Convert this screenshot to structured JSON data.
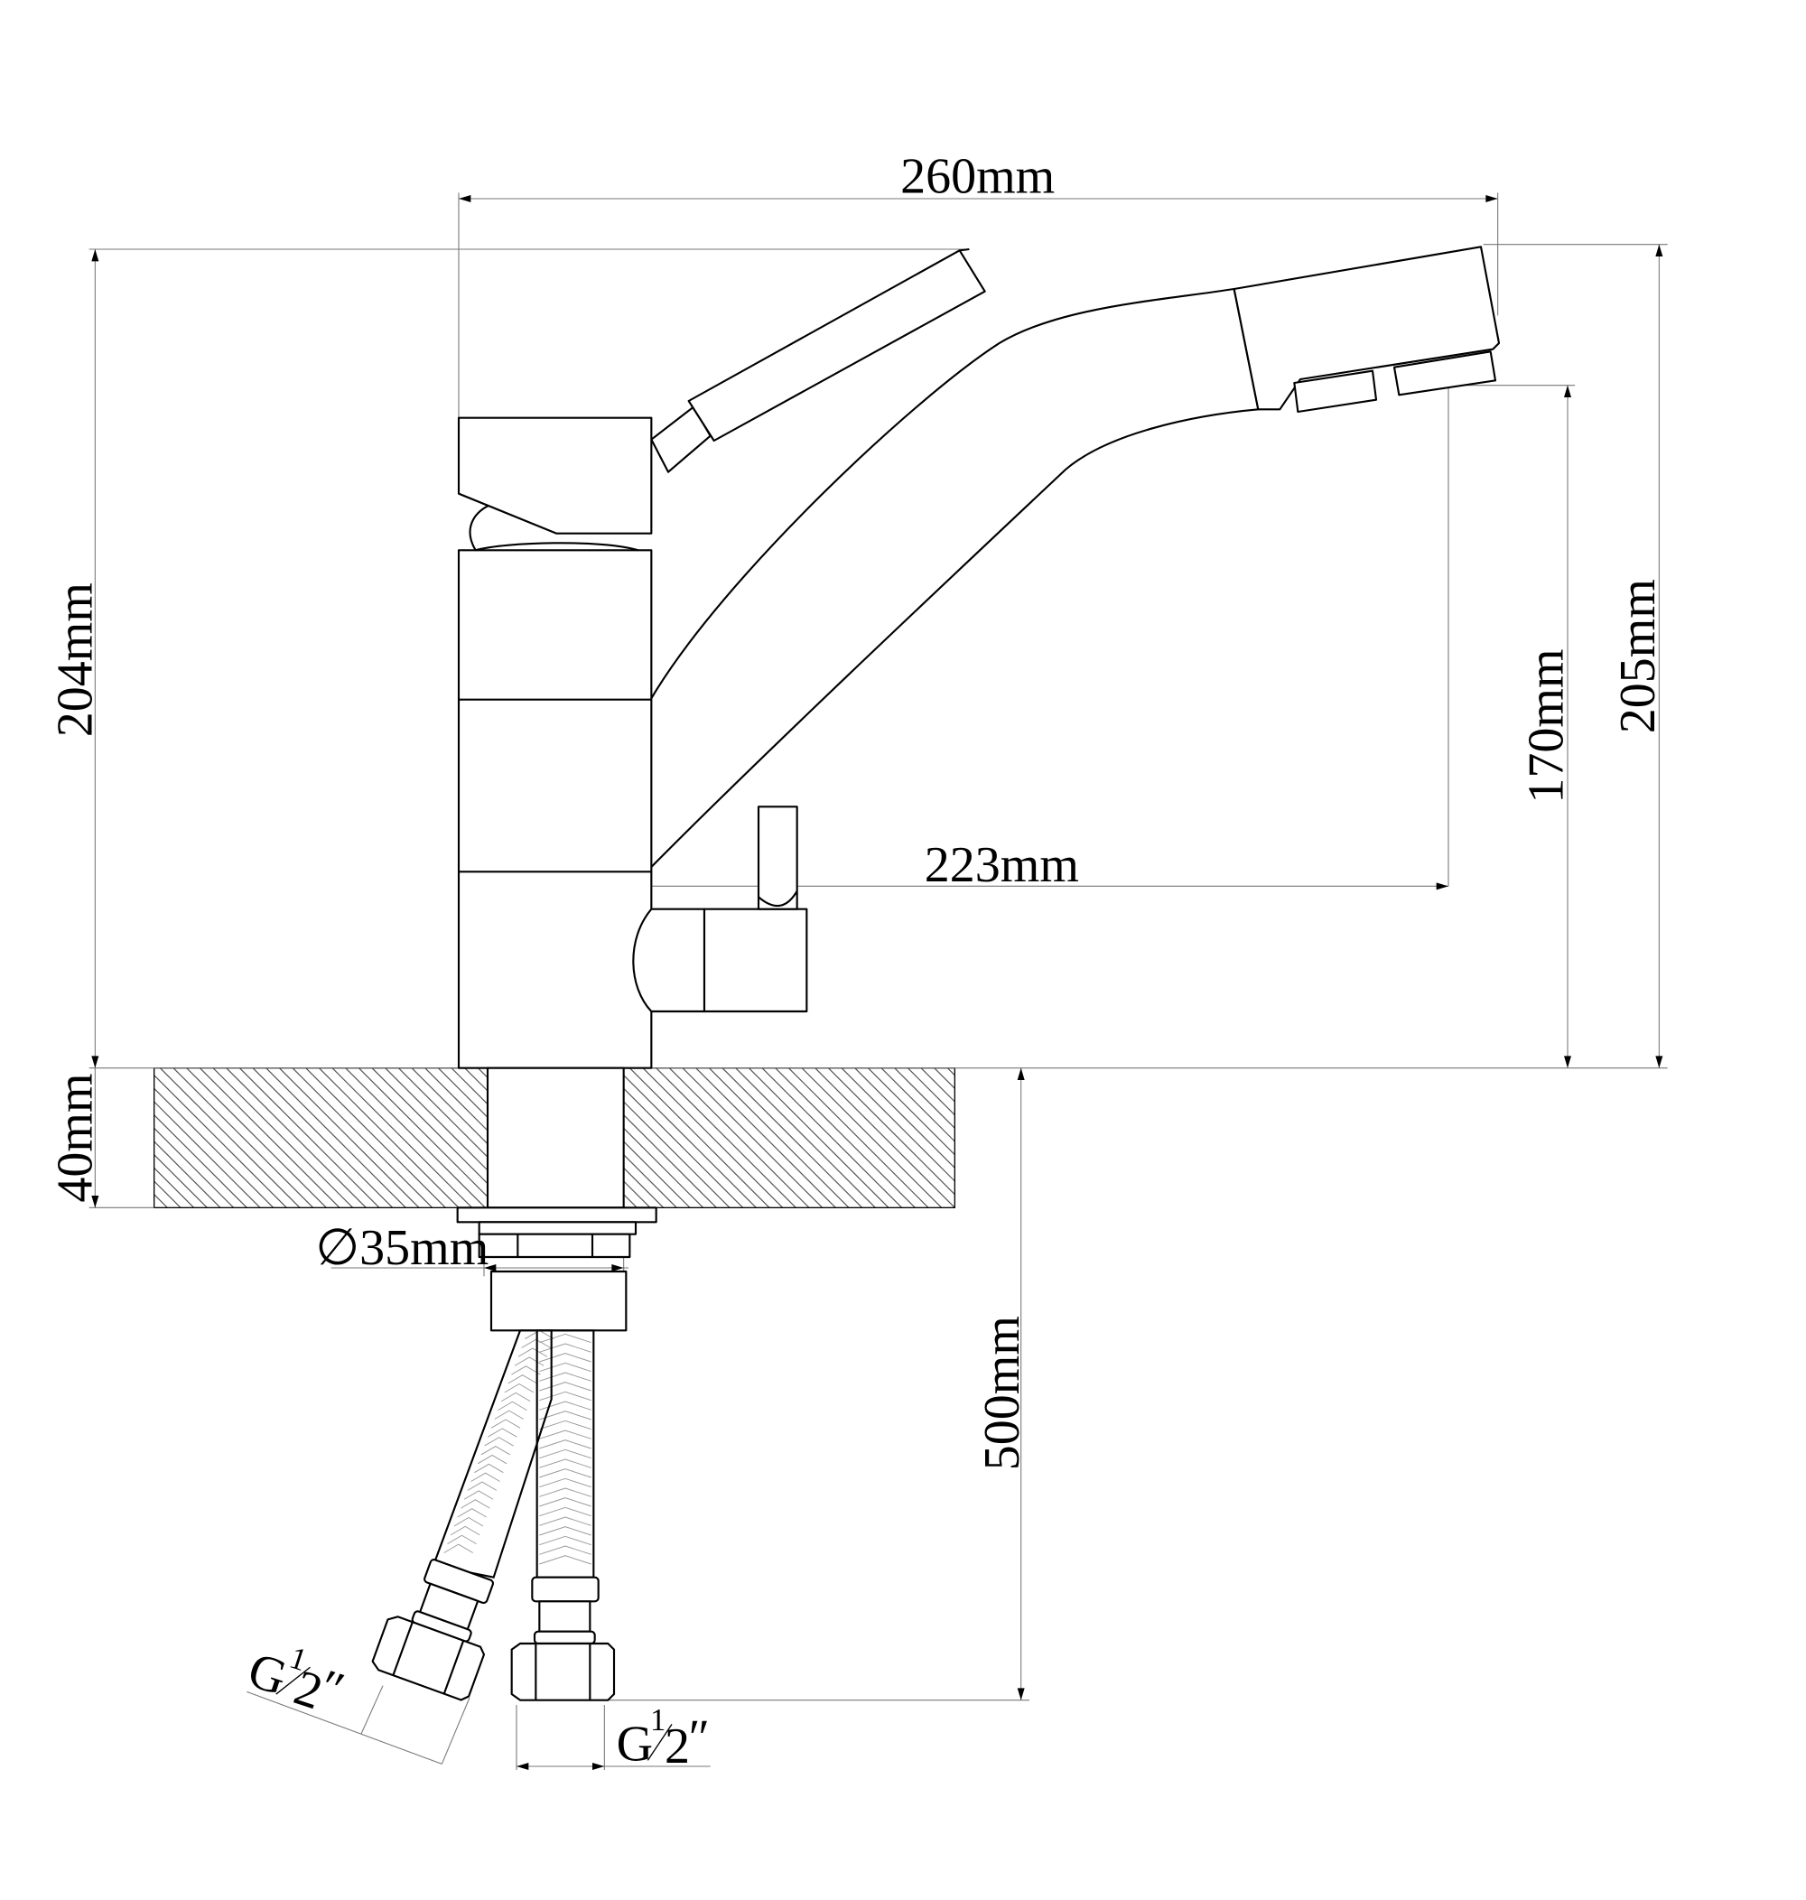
{
  "dimensions": {
    "overall_length": "260mm",
    "total_height": "204mm",
    "spout_top_height": "205mm",
    "spout_outlet_height": "170mm",
    "spout_reach": "223mm",
    "countertop_thickness": "40mm",
    "mount_hole_diameter": "∅35mm",
    "hose_length": "500mm"
  },
  "thread_label": {
    "prefix": "G",
    "numerator": "1",
    "denominator": "2",
    "suffix": "″"
  }
}
